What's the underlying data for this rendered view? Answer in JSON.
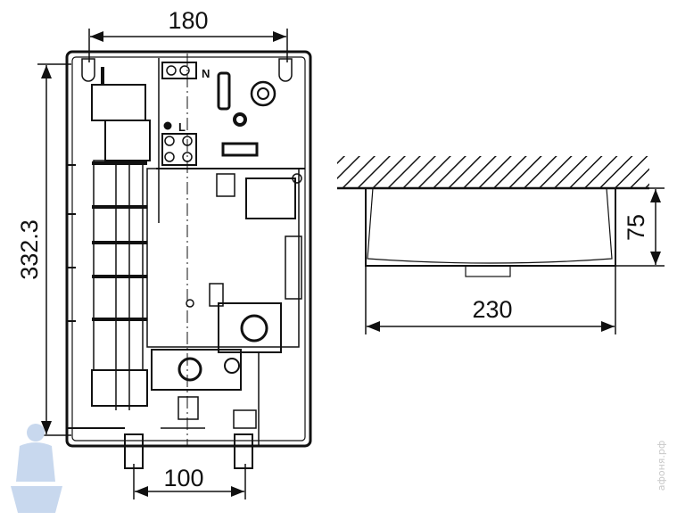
{
  "front_view": {
    "width_label": "180",
    "height_label": "332.3",
    "pipe_spacing_label": "100",
    "terminal_labels": {
      "neutral": "N",
      "live": "L"
    }
  },
  "side_view": {
    "width_label": "230",
    "depth_label": "75"
  },
  "watermark": "афоня.рф",
  "colors": {
    "line": "#111111",
    "watermark": "#c8d8ee"
  }
}
